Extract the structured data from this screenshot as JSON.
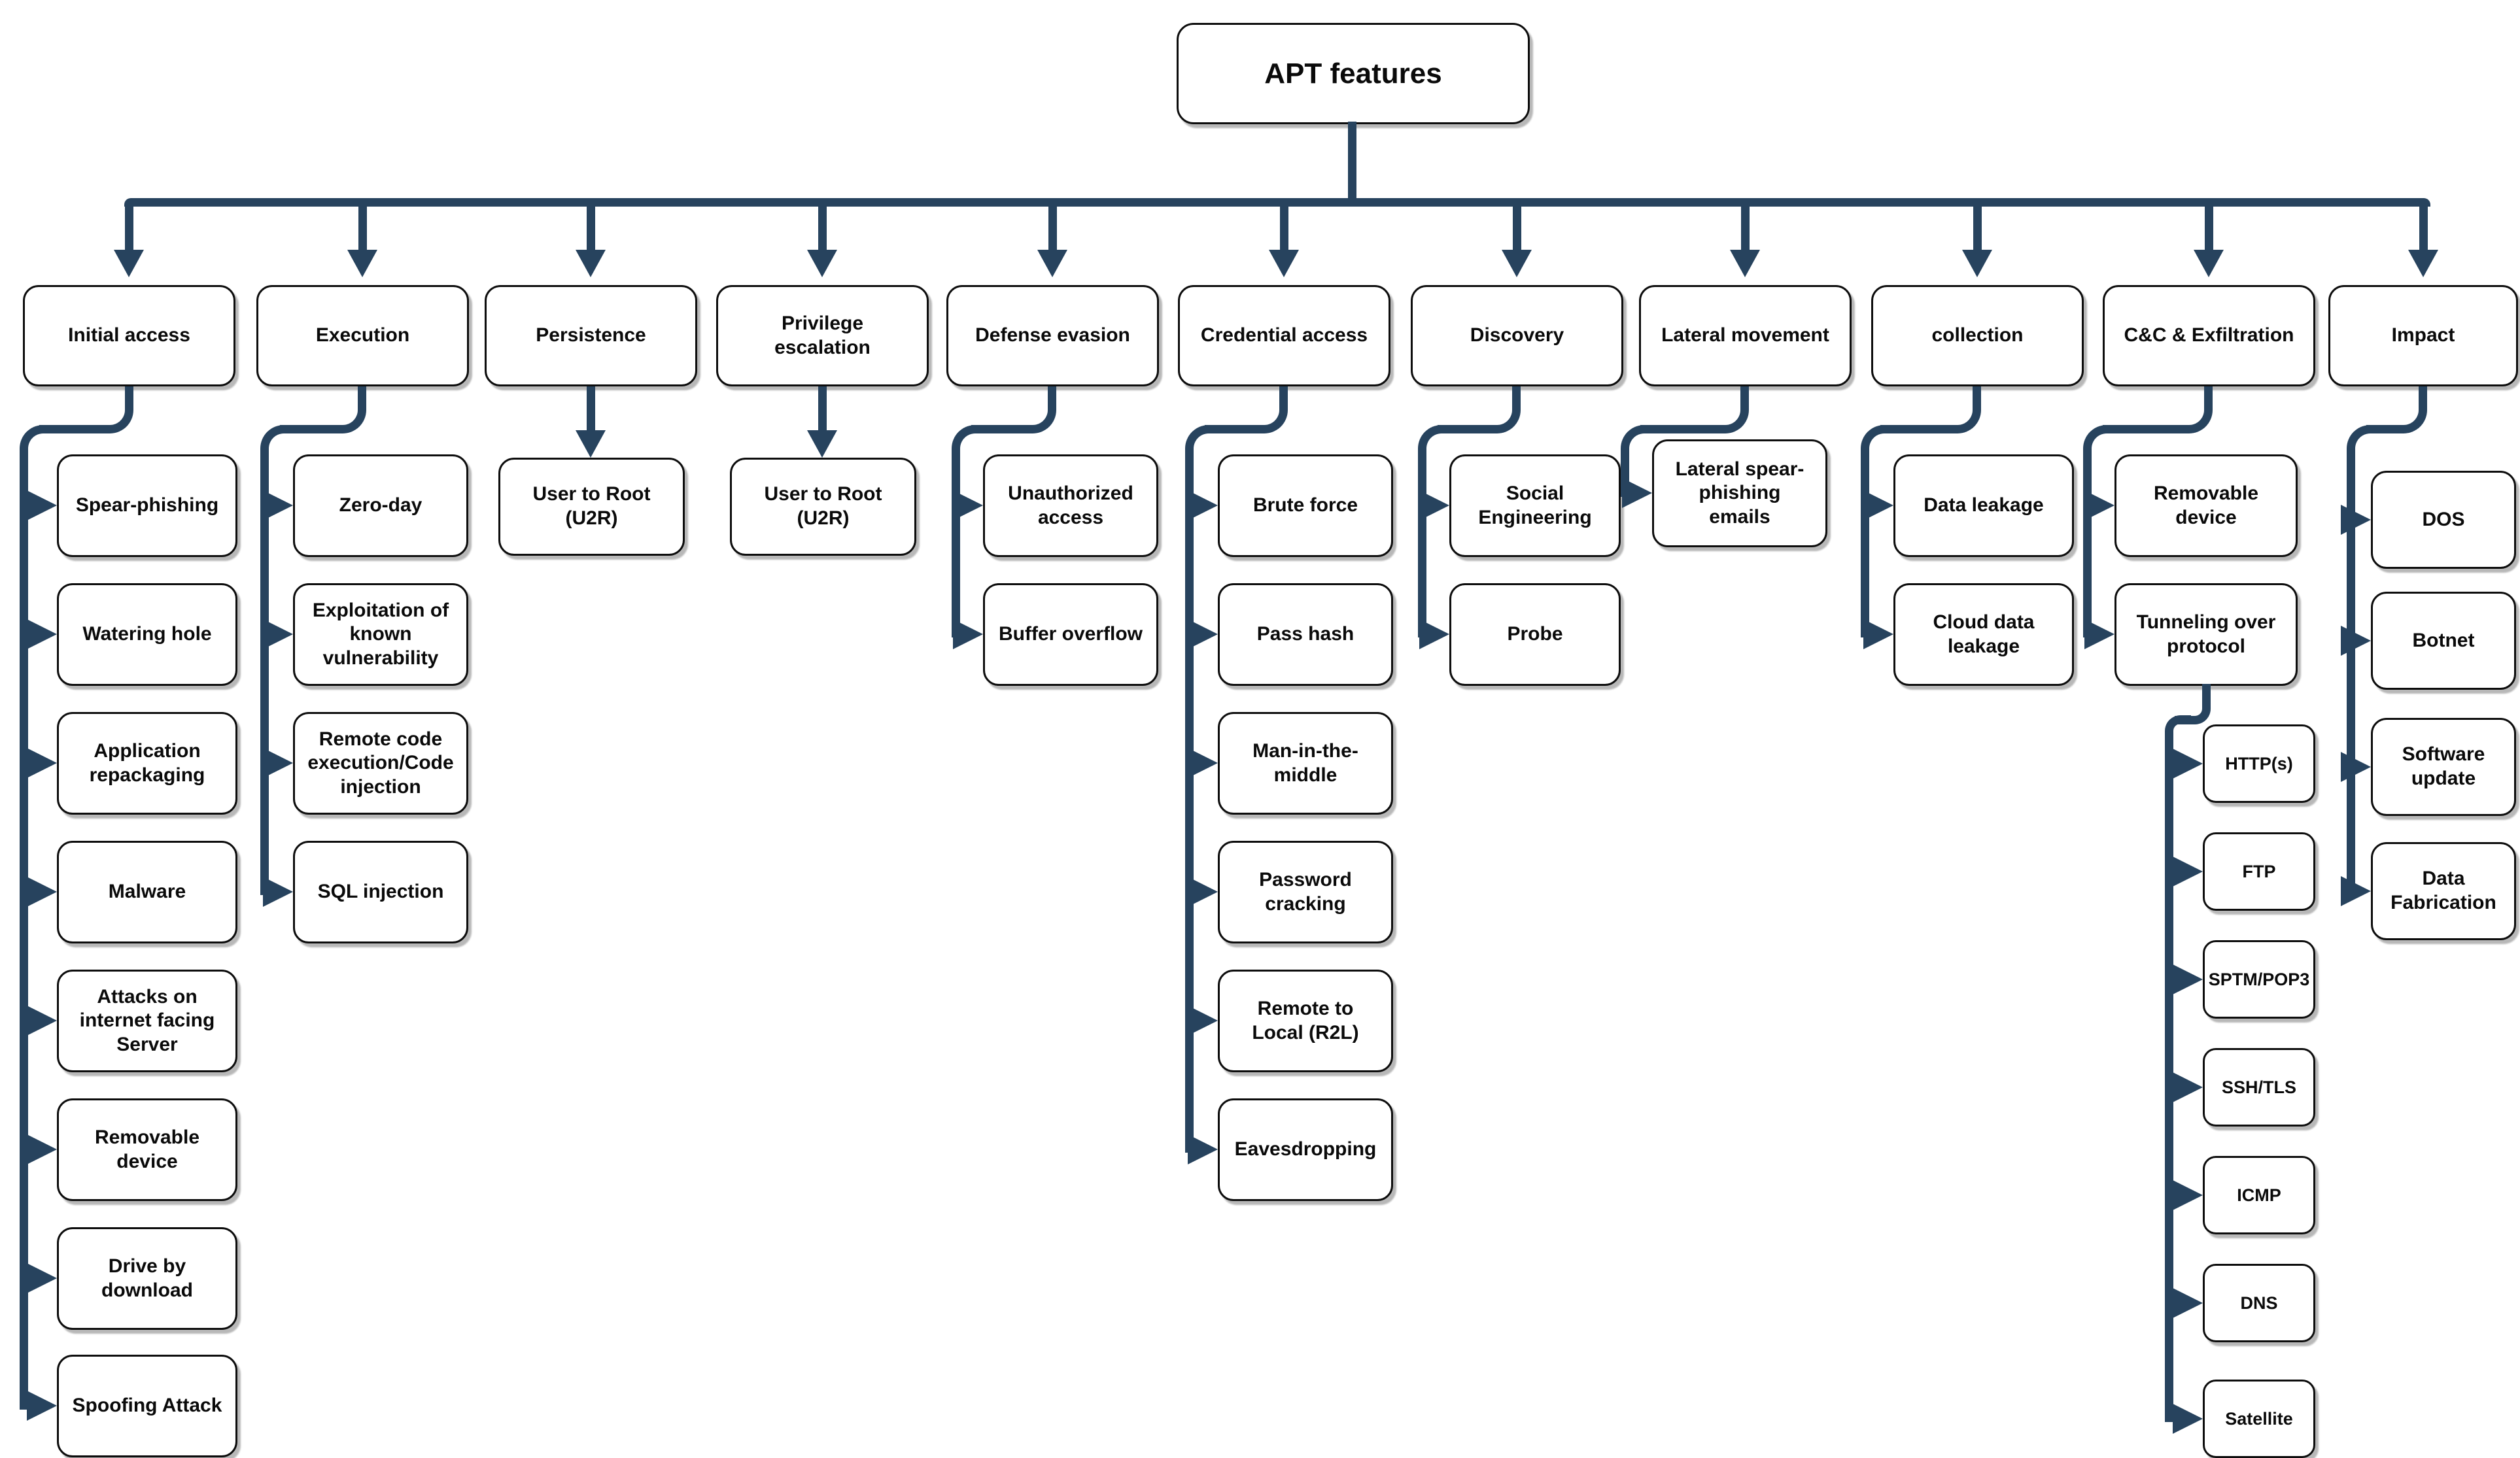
{
  "title": "APT features",
  "colors": {
    "connector": "#27435e",
    "node_border": "#0d0d0d",
    "node_fill": "#ffffff",
    "text": "#0a0a0a"
  },
  "diagram_type": "tree",
  "columns": [
    {
      "label": "Initial access",
      "children": [
        {
          "label": "Spear-phishing"
        },
        {
          "label": "Watering hole"
        },
        {
          "label": "Application repackaging"
        },
        {
          "label": "Malware"
        },
        {
          "label": "Attacks on internet facing Server"
        },
        {
          "label": "Removable device"
        },
        {
          "label": "Drive by download"
        },
        {
          "label": "Spoofing Attack"
        }
      ]
    },
    {
      "label": "Execution",
      "children": [
        {
          "label": "Zero-day"
        },
        {
          "label": "Exploitation of known vulnerability"
        },
        {
          "label": "Remote code execution/Code injection"
        },
        {
          "label": "SQL injection"
        }
      ]
    },
    {
      "label": "Persistence",
      "children": [
        {
          "label": "User to Root (U2R)"
        }
      ]
    },
    {
      "label": "Privilege escalation",
      "children": [
        {
          "label": "User to Root (U2R)"
        }
      ]
    },
    {
      "label": "Defense evasion",
      "children": [
        {
          "label": "Unauthorized access"
        },
        {
          "label": "Buffer overflow"
        }
      ]
    },
    {
      "label": "Credential access",
      "children": [
        {
          "label": "Brute force"
        },
        {
          "label": "Pass hash"
        },
        {
          "label": "Man-in-the-middle"
        },
        {
          "label": "Password cracking"
        },
        {
          "label": "Remote to Local (R2L)"
        },
        {
          "label": "Eavesdropping"
        }
      ]
    },
    {
      "label": "Discovery",
      "children": [
        {
          "label": "Social Engineering"
        },
        {
          "label": "Probe"
        }
      ]
    },
    {
      "label": "Lateral movement",
      "children": [
        {
          "label": "Lateral spear-phishing emails"
        }
      ]
    },
    {
      "label": "collection",
      "children": [
        {
          "label": "Data leakage"
        },
        {
          "label": "Cloud data leakage"
        }
      ]
    },
    {
      "label": "C&C & Exfiltration",
      "children": [
        {
          "label": "Removable device"
        },
        {
          "label": "Tunneling over protocol",
          "children": [
            {
              "label": "HTTP(s)"
            },
            {
              "label": "FTP"
            },
            {
              "label": "SPTM/POP3"
            },
            {
              "label": "SSH/TLS"
            },
            {
              "label": "ICMP"
            },
            {
              "label": "DNS"
            },
            {
              "label": "Satellite"
            }
          ]
        }
      ]
    },
    {
      "label": "Impact",
      "children": [
        {
          "label": "DOS"
        },
        {
          "label": "Botnet"
        },
        {
          "label": "Software update"
        },
        {
          "label": "Data Fabrication"
        }
      ]
    }
  ]
}
